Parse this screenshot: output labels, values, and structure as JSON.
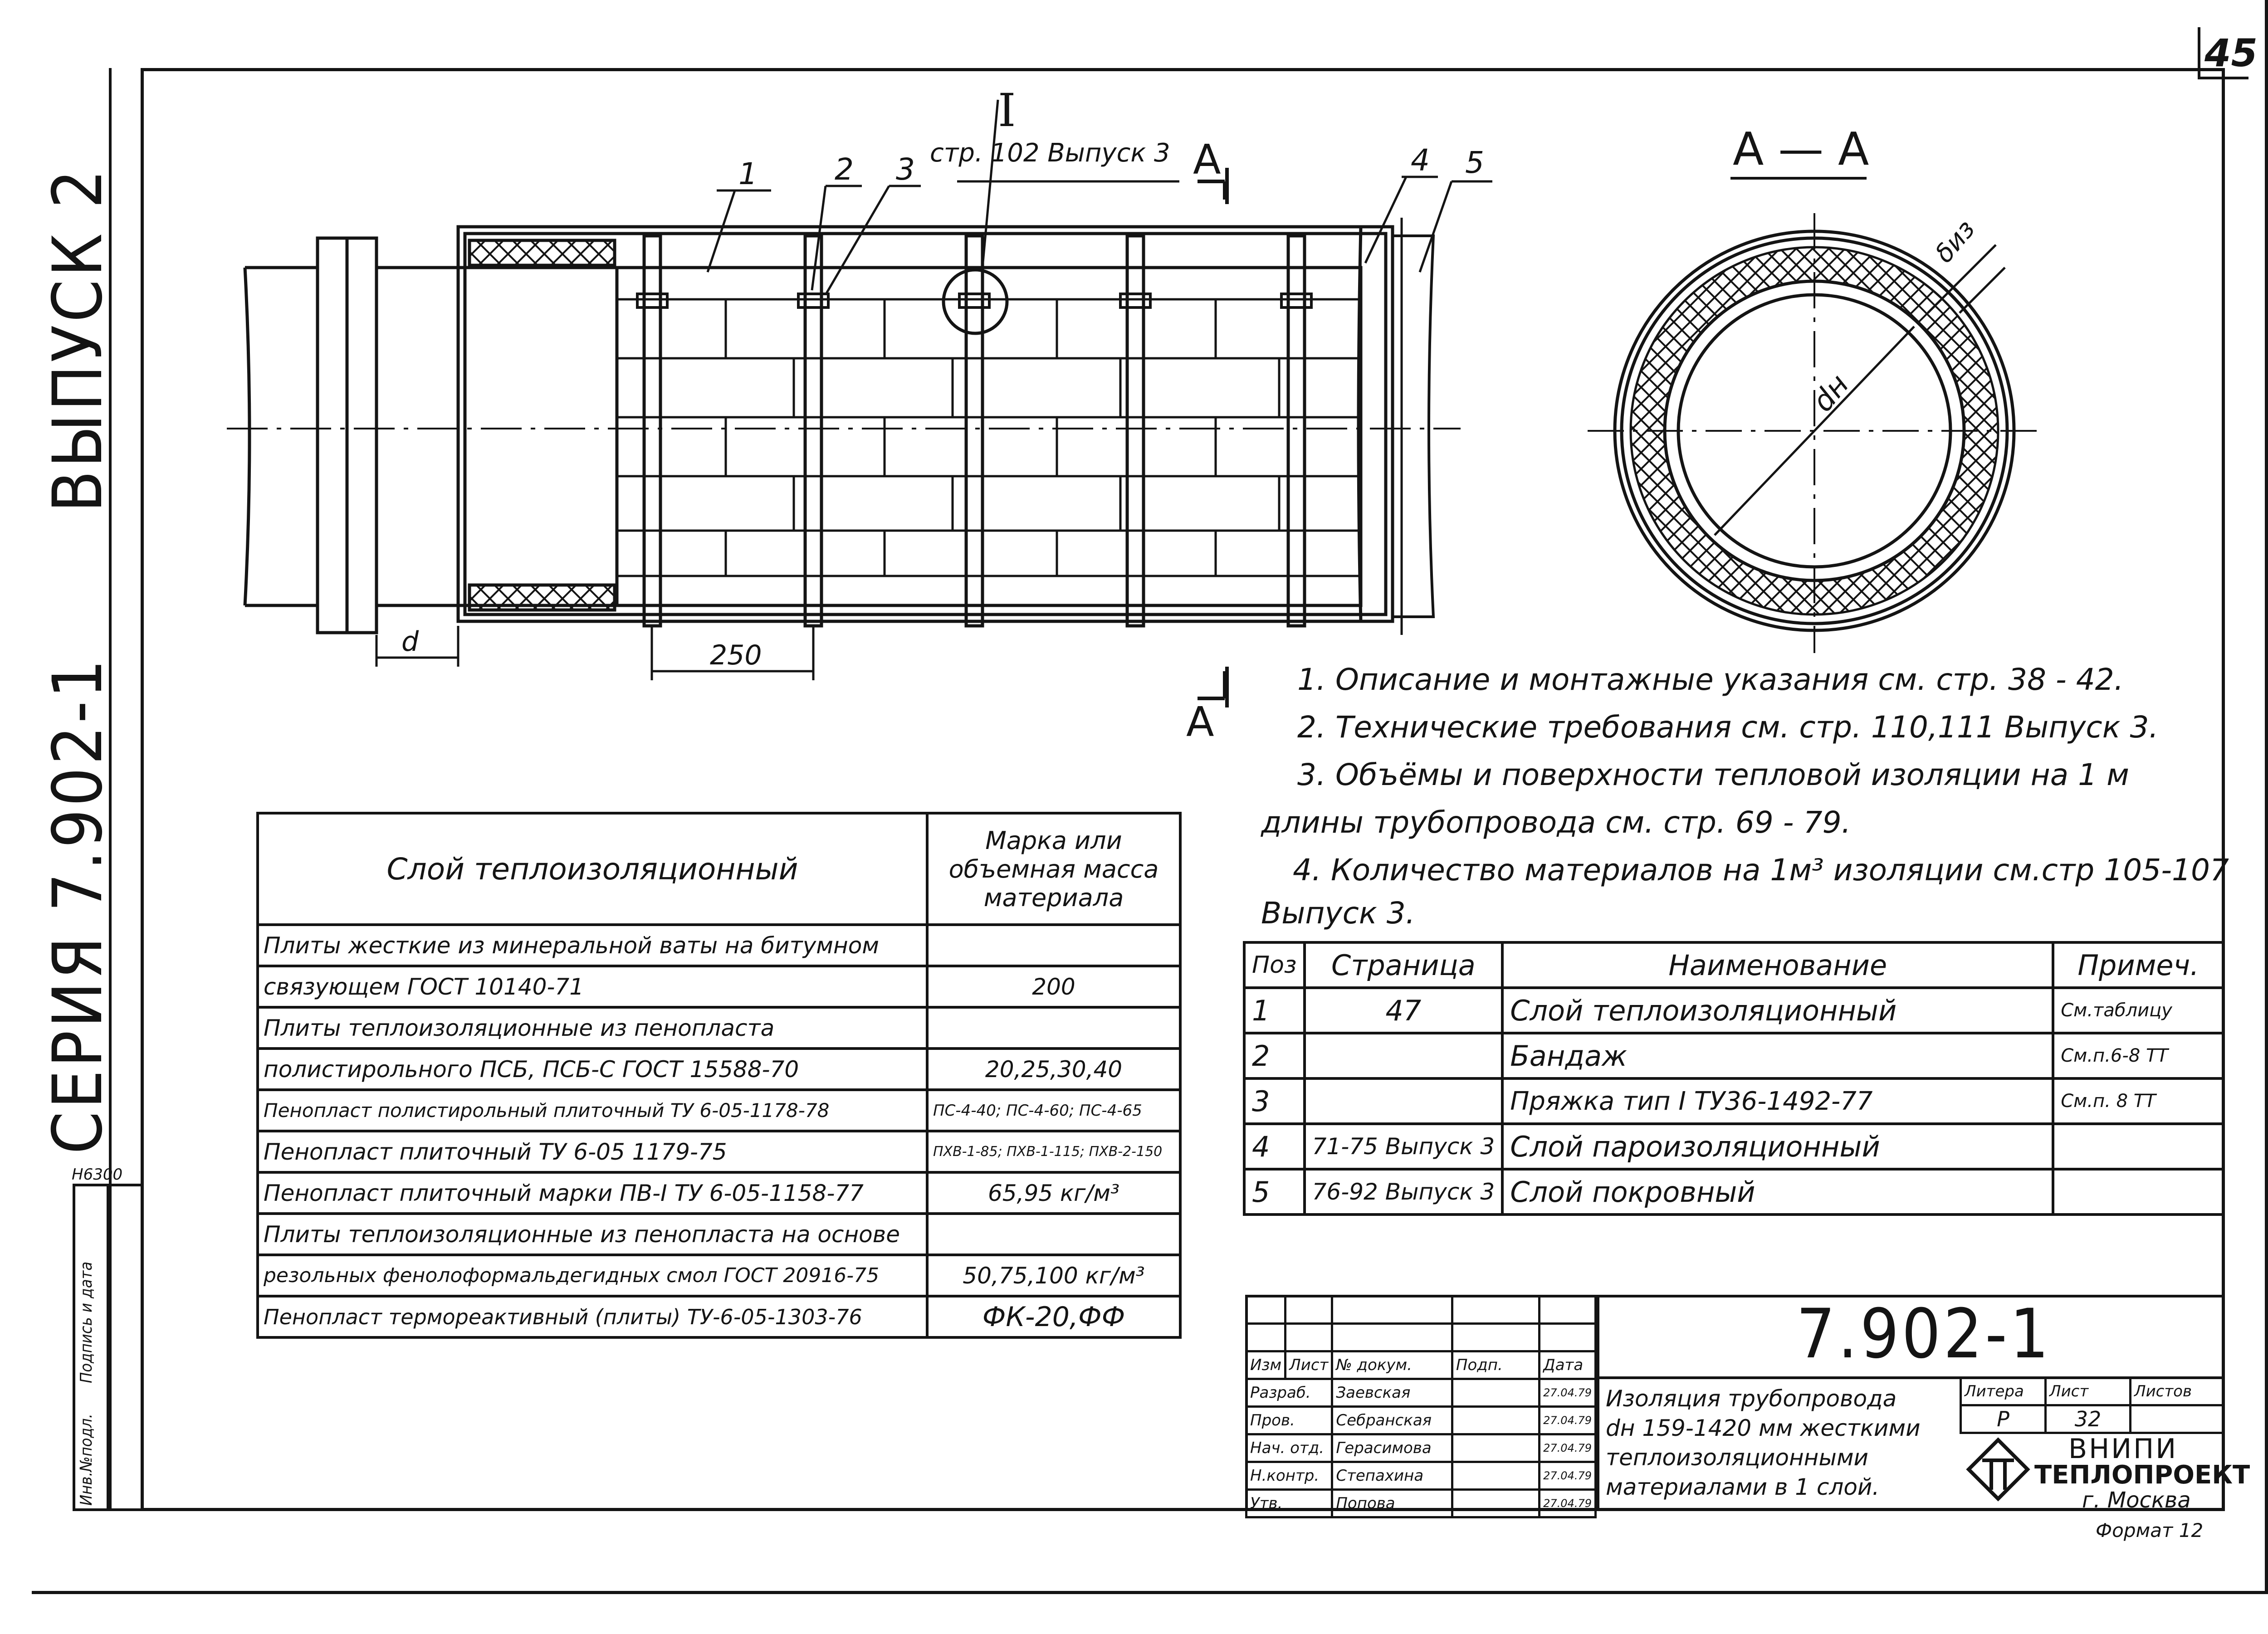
{
  "sheet": {
    "page_number": "45",
    "series_vertical": "СЕРИЯ 7.902-1",
    "issue_vertical": "ВЫПУСК 2",
    "inv_label": "Инв.№подл.",
    "sign_label": "Подпись и дата",
    "inv_number": "Н6300",
    "format_label": "Формат 12"
  },
  "drawing": {
    "callouts": [
      "1",
      "2",
      "3",
      "4",
      "5"
    ],
    "detail_label": "I",
    "detail_ref": "стр. 102 Выпуск 3",
    "section_mark": "A",
    "section_title": "А — А",
    "dim_250": "250",
    "dim_d": "d",
    "dn_label": "dн",
    "delta_label": "δиз"
  },
  "notes": [
    "1. Описание и монтажные указания см. стр. 38 - 42.",
    "2. Технические требования см. стр. 110,111 Выпуск 3.",
    "3. Объёмы и поверхности тепловой изоляции на 1 м",
    "длины трубопровода    см. стр. 69 - 79.",
    "4. Количество материалов на 1м³ изоляции см.стр 105-107",
    "Выпуск 3."
  ],
  "materials_table": {
    "header_layer": "Слой теплоизоляционный",
    "header_mark": "Марка или объемная масса материала",
    "rows": [
      {
        "layer": "Плиты жесткие из минеральной ваты на битумном",
        "mark": ""
      },
      {
        "layer": "связующем  ГОСТ 10140-71",
        "mark": "200"
      },
      {
        "layer": "Плиты теплоизоляционные из пенопласта",
        "mark": ""
      },
      {
        "layer": "полистирольного ПСБ, ПСБ-С   ГОСТ 15588-70",
        "mark": "20,25,30,40"
      },
      {
        "layer": "Пенопласт полистирольный плиточный ТУ 6-05-1178-78",
        "mark": "ПС-4-40; ПС-4-60; ПС-4-65"
      },
      {
        "layer": "Пенопласт плиточный ТУ 6-05 1179-75",
        "mark": "ПХВ-1-85; ПХВ-1-115; ПХВ-2-150"
      },
      {
        "layer": "Пенопласт плиточный марки ПВ-I ТУ 6-05-1158-77",
        "mark": "65,95 кг/м³"
      },
      {
        "layer": "Плиты теплоизоляционные из пенопласта на основе",
        "mark": ""
      },
      {
        "layer": "резольных фенолоформальдегидных смол ГОСТ 20916-75",
        "mark": "50,75,100 кг/м³"
      },
      {
        "layer": "Пенопласт термореактивный (плиты) ТУ-6-05-1303-76",
        "mark": "ФК-20,ФФ"
      }
    ]
  },
  "spec_table": {
    "headers": [
      "Поз",
      "Страница",
      "Наименование",
      "Примеч."
    ],
    "rows": [
      {
        "pos": "1",
        "page": "47",
        "name": "Слой теплоизоляционный",
        "note": "См.таблицу"
      },
      {
        "pos": "2",
        "page": "",
        "name": "Бандаж",
        "note": "См.п.6-8 ТТ"
      },
      {
        "pos": "3",
        "page": "",
        "name": "Пряжка тип I  ТУ36-1492-77",
        "note": "См.п. 8 ТТ"
      },
      {
        "pos": "4",
        "page": "71-75 Выпуск 3",
        "name": "Слой пароизоляционный",
        "note": ""
      },
      {
        "pos": "5",
        "page": "76-92 Выпуск 3",
        "name": "Слой  покровный",
        "note": ""
      }
    ]
  },
  "title_block": {
    "doc_code": "7.902-1",
    "col_headers": [
      "Изм",
      "Лист",
      "№ докум.",
      "Подп.",
      "Дата"
    ],
    "staff": [
      {
        "role": "Разраб.",
        "name": "Заевская",
        "date": "27.04.79"
      },
      {
        "role": "Пров.",
        "name": "Себранская",
        "date": "27.04.79"
      },
      {
        "role": "Нач. отд.",
        "name": "Герасимова",
        "date": "27.04.79"
      },
      {
        "role": "Н.контр.",
        "name": "Степахина",
        "date": "27.04.79"
      },
      {
        "role": "Утв.",
        "name": "Попова",
        "date": "27.04.79"
      }
    ],
    "title_lines": [
      "Изоляция трубопровода",
      "dн 159-1420 мм жесткими",
      "теплоизоляционными",
      "материалами в 1 слой."
    ],
    "stage_headers": [
      "Литера",
      "Лист",
      "Листов"
    ],
    "stage": "Р",
    "sheet_no": "32",
    "sheets_total": "",
    "org_line1": "ВНИПИ",
    "org_line2": "ТЕПЛОПРОЕКТ",
    "org_city": "г. Москва"
  }
}
